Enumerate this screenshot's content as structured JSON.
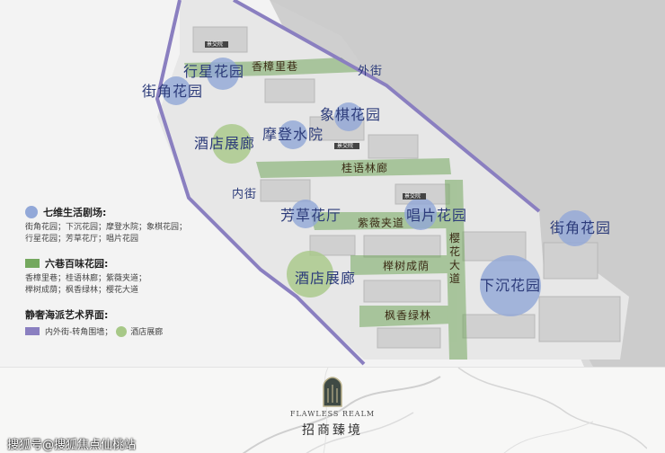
{
  "map": {
    "streets": {
      "outer": "外街",
      "inner": "内街"
    },
    "life_theaters": [
      "行星花园",
      "街角花园",
      "摩登水院",
      "象棋花园",
      "芳草花厅",
      "唱片花园",
      "街角花园",
      "下沉花园"
    ],
    "lanes": [
      "香樟里巷",
      "桂语林廊",
      "紫薇夹道",
      "樱花大道",
      "榉树成荫",
      "枫香绿林"
    ],
    "hotel_galleries": [
      "酒店展廊",
      "酒店展廊"
    ],
    "building_tags": [
      "景交院",
      "景交院",
      "景交院"
    ],
    "colors": {
      "theater": "#92a8d8",
      "lane": "#74a85e",
      "boundary": "#8a7fc0",
      "gallery": "#a7c887"
    }
  },
  "legend": {
    "theater_title": "七维生活剧场:",
    "theater_desc_1": "街角花园；下沉花园；摩登水院；象棋花园；",
    "theater_desc_2": "行星花园；芳草花厅；唱片花园",
    "lane_title": "六巷百味花园:",
    "lane_desc_1": "香樟里巷；桂语林廊；紫薇夹道；",
    "lane_desc_2": "榉树成荫；枫香绿林；樱花大道",
    "art_title": "静奢海派艺术界面:",
    "art_item_1": "内外街-转角围墙；",
    "art_item_2": "酒店展廊"
  },
  "footer": {
    "logo_en": "FLAWLESS REALM",
    "logo_cn": "招商臻境",
    "watermark": "搜狐号@搜狐焦点仙桃站"
  }
}
